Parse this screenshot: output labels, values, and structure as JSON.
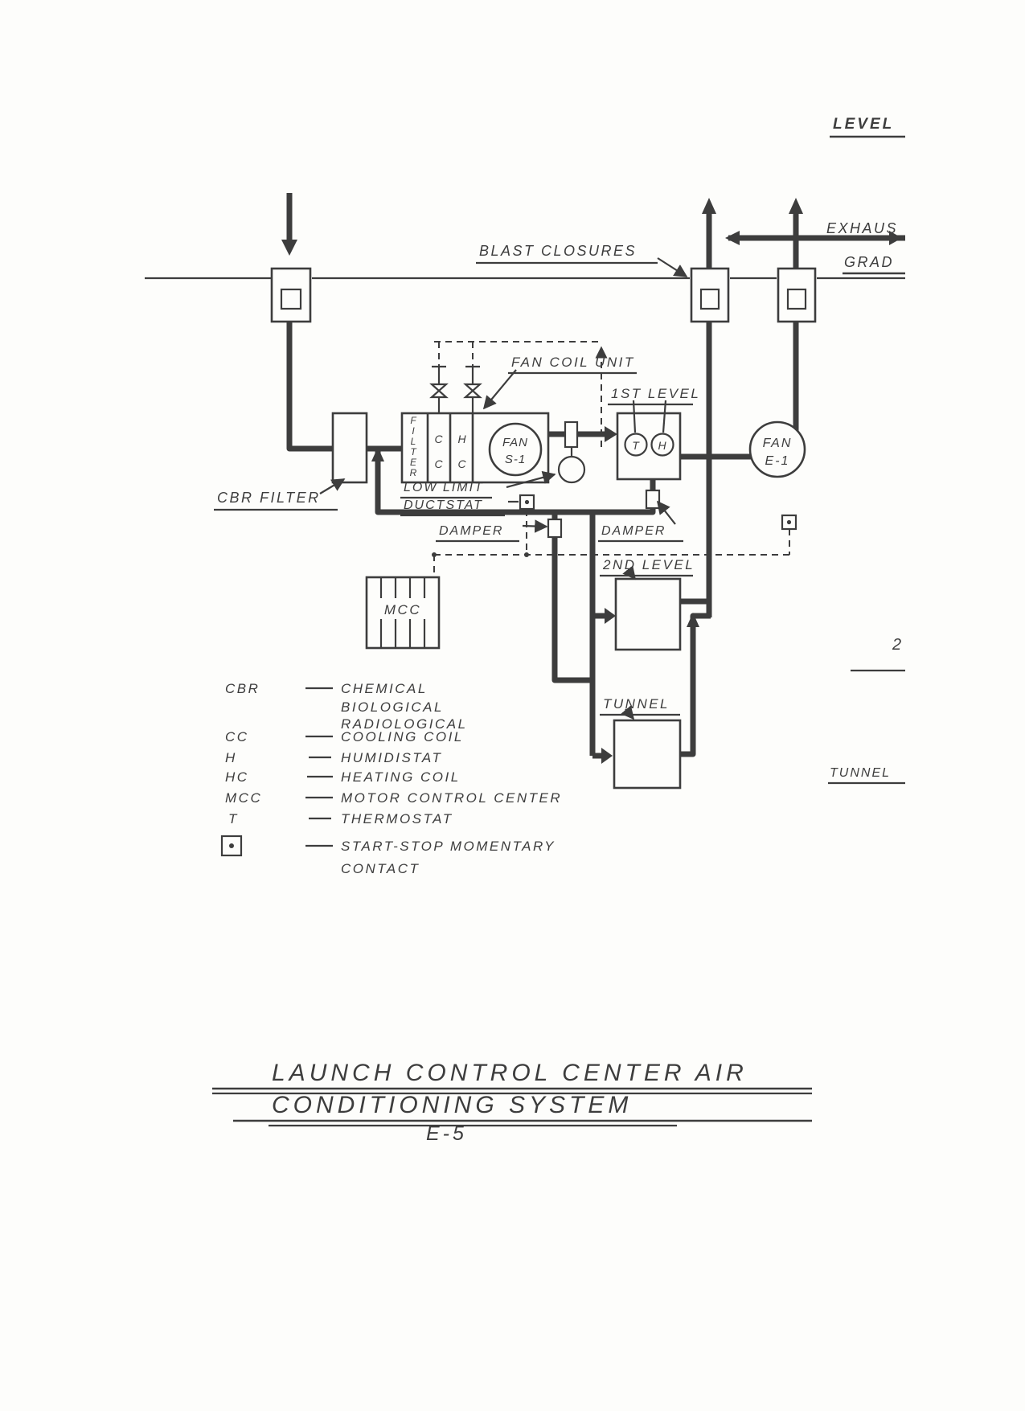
{
  "colors": {
    "ink": "#3d3d3d",
    "paper": "#fdfdfb"
  },
  "edge": {
    "level": "LEVEL",
    "exhaust": "EXHAUS",
    "grade": "GRAD",
    "right_2": "2",
    "tunnel_right": "TUNNEL"
  },
  "diagram": {
    "blast_closures": "BLAST CLOSURES",
    "fan_coil_unit": "FAN COIL UNIT",
    "first_level": "1ST LEVEL",
    "second_level": "2ND LEVEL",
    "tunnel": "TUNNEL",
    "cbr_filter": "CBR FILTER",
    "low_limit": "LOW LIMIT",
    "ductstat": "DUCTSTAT",
    "damper_left": "DAMPER",
    "damper_right": "DAMPER",
    "mcc": "MCC",
    "filter_letters": [
      "F",
      "I",
      "L",
      "T",
      "E",
      "R"
    ],
    "cc": [
      "C",
      "C"
    ],
    "hc": [
      "H",
      "C"
    ],
    "fan_s1": [
      "FAN",
      "S-1"
    ],
    "fan_e1": [
      "FAN",
      "E-1"
    ],
    "t": "T",
    "h": "H"
  },
  "icons": {
    "start_stop_contact": "square-with-center-dot",
    "blast_closure": "rect-with-inner-square",
    "valve": "bowtie-valve"
  },
  "legend": {
    "rows": [
      {
        "term": "CBR",
        "desc": [
          "CHEMICAL",
          "BIOLOGICAL",
          "RADIOLOGICAL"
        ]
      },
      {
        "term": "CC",
        "desc": [
          "COOLING COIL"
        ]
      },
      {
        "term": "H",
        "desc": [
          "HUMIDISTAT"
        ]
      },
      {
        "term": "HC",
        "desc": [
          "HEATING COIL"
        ]
      },
      {
        "term": "MCC",
        "desc": [
          "MOTOR CONTROL CENTER"
        ]
      },
      {
        "term": "T",
        "desc": [
          "THERMOSTAT"
        ]
      },
      {
        "term": "",
        "desc": [
          "START-STOP MOMENTARY",
          "CONTACT"
        ]
      }
    ]
  },
  "title": {
    "line1": "LAUNCH CONTROL CENTER AIR",
    "line2": "CONDITIONING SYSTEM",
    "sheet": "E-5"
  }
}
